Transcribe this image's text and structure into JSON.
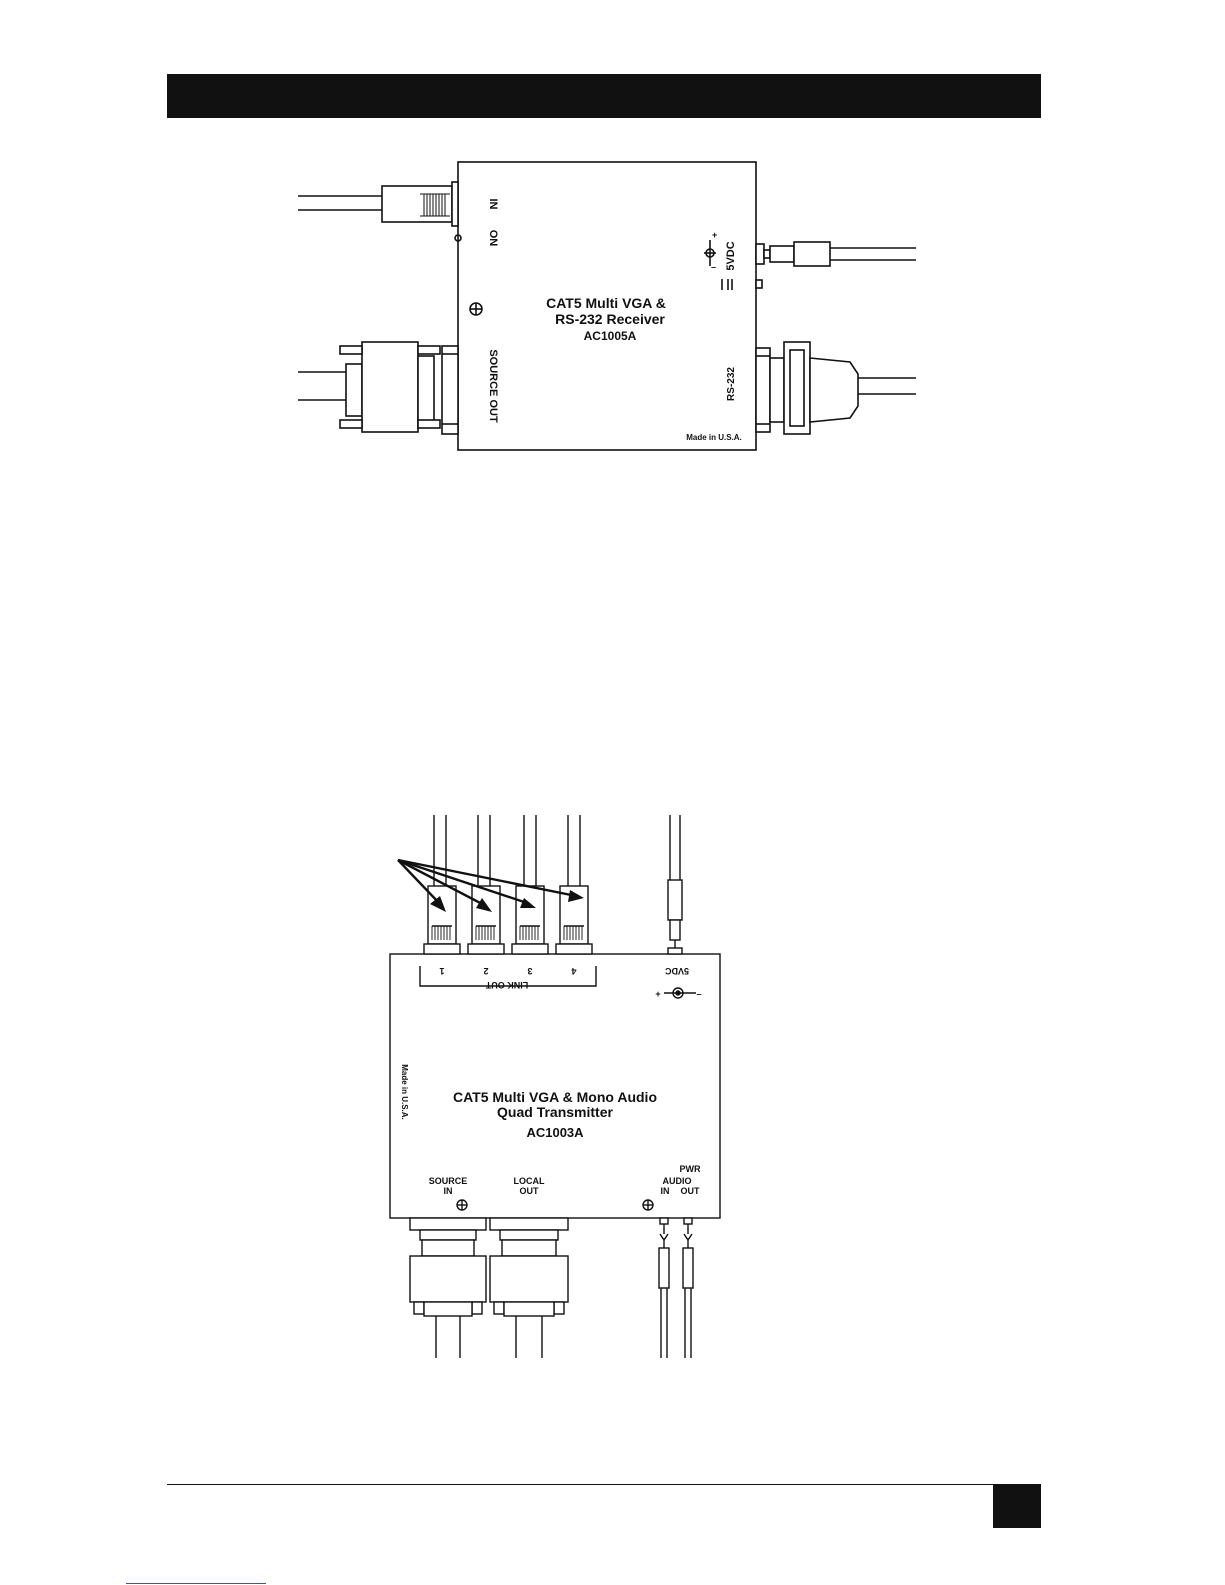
{
  "receiver": {
    "title_line1": "CAT5 Multi VGA &",
    "title_line2": "RS-232 Receiver",
    "model": "AC1005A",
    "port_in": "IN",
    "port_on": "ON",
    "port_source_out": "SOURCE OUT",
    "port_power": "5VDC",
    "port_rs232": "RS-232",
    "made_in": "Made in U.S.A."
  },
  "transmitter": {
    "title_line1": "CAT5 Multi VGA & Mono Audio",
    "title_line2": "Quad Transmitter",
    "model": "AC1003A",
    "link_out_label": "LINK OUT",
    "link_ports": [
      "1",
      "2",
      "3",
      "4"
    ],
    "port_power": "5VDC",
    "made_in": "Made in U.S.A.",
    "source_in_line1": "SOURCE",
    "source_in_line2": "IN",
    "local_out_line1": "LOCAL",
    "local_out_line2": "OUT",
    "pwr": "PWR",
    "audio": "AUDIO",
    "audio_in": "IN",
    "audio_out": "OUT"
  },
  "colors": {
    "ink": "#111111",
    "header": "#111111",
    "link": "#3355cc"
  }
}
